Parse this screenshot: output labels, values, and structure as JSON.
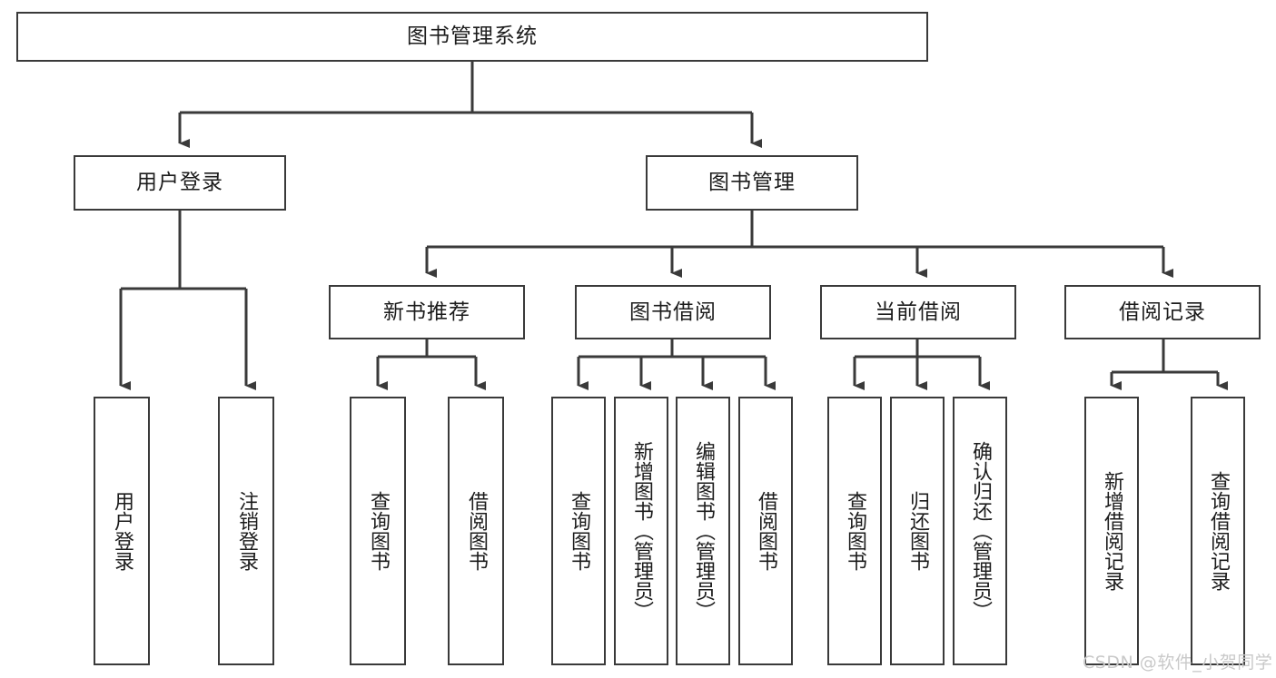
{
  "diagram": {
    "title": "图书管理系统",
    "type": "hierarchy-tree",
    "root": {
      "label": "图书管理系统"
    },
    "level2": [
      {
        "label": "用户登录"
      },
      {
        "label": "图书管理"
      }
    ],
    "level3": [
      {
        "label": "新书推荐"
      },
      {
        "label": "图书借阅"
      },
      {
        "label": "当前借阅"
      },
      {
        "label": "借阅记录"
      }
    ],
    "leaves": {
      "user_login": [
        {
          "label": "用户登录"
        },
        {
          "label": "注销登录"
        }
      ],
      "new_book_recommend": [
        {
          "label": "查询图书"
        },
        {
          "label": "借阅图书"
        }
      ],
      "book_borrow": [
        {
          "label": "查询图书"
        },
        {
          "label": "新增图书（管理员）"
        },
        {
          "label": "编辑图书（管理员）"
        },
        {
          "label": "借阅图书"
        }
      ],
      "current_borrow": [
        {
          "label": "查询图书"
        },
        {
          "label": "归还图书"
        },
        {
          "label": "确认归还（管理员）"
        }
      ],
      "borrow_record": [
        {
          "label": "新增借阅记录"
        },
        {
          "label": "查询借阅记录"
        }
      ]
    }
  },
  "watermark": {
    "text": "CSDN @软件_小贺同学"
  },
  "colors": {
    "stroke": "#3a3a3a",
    "text": "#1c1c1c",
    "background": "#ffffff",
    "watermark": "#c9c9c9"
  }
}
